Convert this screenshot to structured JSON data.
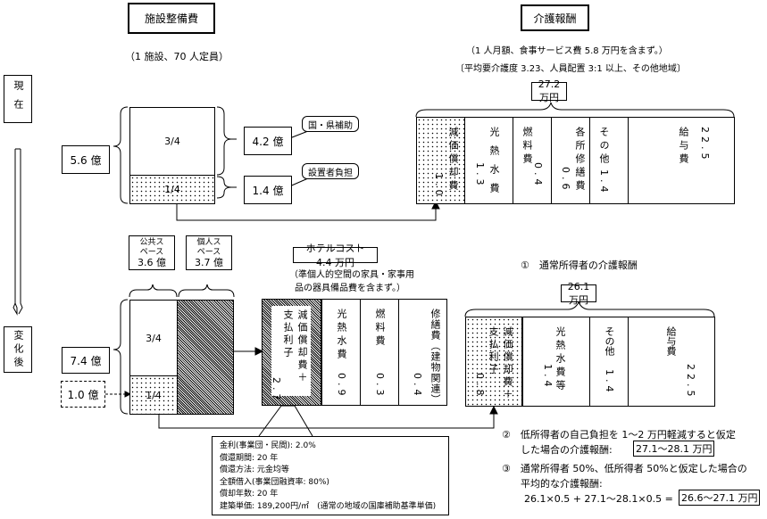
{
  "titles": {
    "facility": "施設整備費",
    "facility_note": "（1 施設、70 人定員）",
    "care": "介護報酬",
    "care_note1": "（1 人月額、食事サービス費 5.8 万円を含まず。）",
    "care_note2": "〔平均要介護度 3.23、人員配置 3:1 以上、その他地域〕"
  },
  "timeline": {
    "now": "現在",
    "after": "変化後"
  },
  "current": {
    "total": "5.6 億",
    "upper_ratio": "3/4",
    "lower_ratio": "1/4",
    "subsidy_amount": "4.2 億",
    "subsidy_label": "国・県補助",
    "owner_amount": "1.4 億",
    "owner_label": "設置者負担"
  },
  "current_fee": {
    "total": "27.2 万円",
    "columns": [
      {
        "label": "減価償却費",
        "value": "1.0"
      },
      {
        "label": "光熱水費",
        "value": "1.3"
      },
      {
        "label": "燃料費",
        "value": "0.4"
      },
      {
        "label": "各所修繕費",
        "value": "0.6"
      },
      {
        "label": "その他",
        "value": "1.4"
      },
      {
        "label": "給与費",
        "value": "22.5"
      }
    ]
  },
  "after": {
    "public_space": "公共スペース",
    "public_amount": "3.6 億",
    "private_space": "個人スペース",
    "private_amount": "3.7 億",
    "total": "7.4 億",
    "extra": "1.0 億",
    "upper_ratio": "3/4",
    "lower_ratio": "1/4"
  },
  "hotel": {
    "title": "ホテルコスト　4.4 万円",
    "note1": "（準個人的空間の家具・家事用",
    "note2": "品の器具備品費を含まず。）",
    "columns": [
      {
        "label": "減価償却費＋支払利子",
        "value": "2.7"
      },
      {
        "label": "光熱水費",
        "value": "0.9"
      },
      {
        "label": "燃料費",
        "value": "0.3"
      },
      {
        "label": "修繕費（建物関連）",
        "value": "0.4"
      }
    ]
  },
  "normal_fee": {
    "heading": "①　通常所得者の介護報酬",
    "total": "26.1 万円",
    "columns": [
      {
        "label": "減価償却費＋支払利子",
        "value": "0.8"
      },
      {
        "label": "光熱水費等",
        "value": "1.4"
      },
      {
        "label": "その他",
        "value": "1.4"
      },
      {
        "label": "給与費",
        "value": "22.5"
      }
    ]
  },
  "conditions": [
    "金利(事業団・民間): 2.0%",
    "償還期間: 20 年",
    "償還方法: 元金均等",
    "全額借入(事業団融資率: 80%)",
    "償却年数: 20 年",
    "建築単価: 189,200円/㎡　(通常の地域の国庫補助基準単価)"
  ],
  "notes": {
    "n2_line1": "②　低所得者の自己負担を 1～2 万円軽減すると仮定",
    "n2_line2": "した場合の介護報酬:",
    "n2_value": "27.1～28.1 万円",
    "n3_line1": "③　通常所得者 50%、低所得者 50%と仮定した場合の",
    "n3_line2": "平均的な介護報酬:",
    "n3_formula": "26.1×0.5 + 27.1～28.1×0.5 =",
    "n3_value": "26.6～27.1 万円"
  }
}
